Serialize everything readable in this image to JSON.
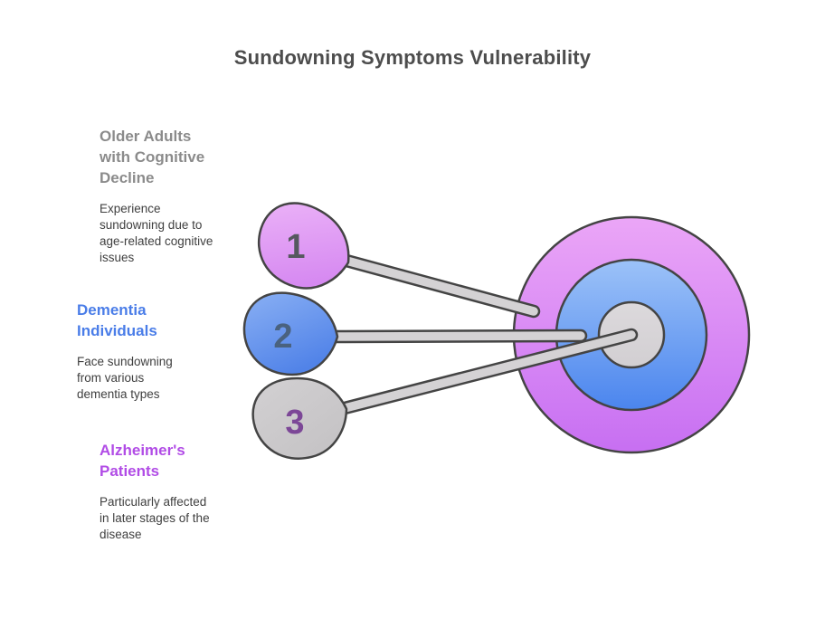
{
  "title": "Sundowning Symptoms Vulnerability",
  "items": [
    {
      "number": "1",
      "heading": "Older Adults with Cognitive Decline",
      "heading_lines": [
        "Older Adults",
        "with Cognitive",
        "Decline"
      ],
      "body": "Experience sundowning due to age-related cognitive issues",
      "body_lines": [
        "Experience",
        "sundowning due to",
        "age-related cognitive",
        "issues"
      ],
      "heading_color": "#8b8b8b",
      "number_color": "#55585e",
      "blob_color_top": "#ecb4f8",
      "blob_color_bottom": "#d689f1"
    },
    {
      "number": "2",
      "heading": "Dementia Individuals",
      "heading_lines": [
        "Dementia",
        "Individuals"
      ],
      "body": "Face sundowning from various dementia types",
      "body_lines": [
        "Face sundowning",
        "from various",
        "dementia types"
      ],
      "heading_color": "#4a7de8",
      "number_color": "#4a627f",
      "blob_color_top": "#8ab0f4",
      "blob_color_bottom": "#5183e8"
    },
    {
      "number": "3",
      "heading": "Alzheimer's Patients",
      "heading_lines": [
        "Alzheimer's",
        "Patients"
      ],
      "body": "Particularly affected in later stages of the disease",
      "body_lines": [
        "Particularly affected",
        "in later stages of the",
        "disease"
      ],
      "heading_color": "#b14ce6",
      "number_color": "#7c4797",
      "blob_color_top": "#d2d0d2",
      "blob_color_bottom": "#c6c4c6"
    }
  ],
  "target": {
    "outer_ring_color_top": "#eba6f7",
    "outer_ring_color_bottom": "#c76ff2",
    "middle_ring_color_top": "#9cc2f8",
    "middle_ring_color_bottom": "#4b85ee",
    "bullseye_color": "#d8d5d8",
    "outline_color": "#444444",
    "stick_color": "#d4d2d4"
  }
}
